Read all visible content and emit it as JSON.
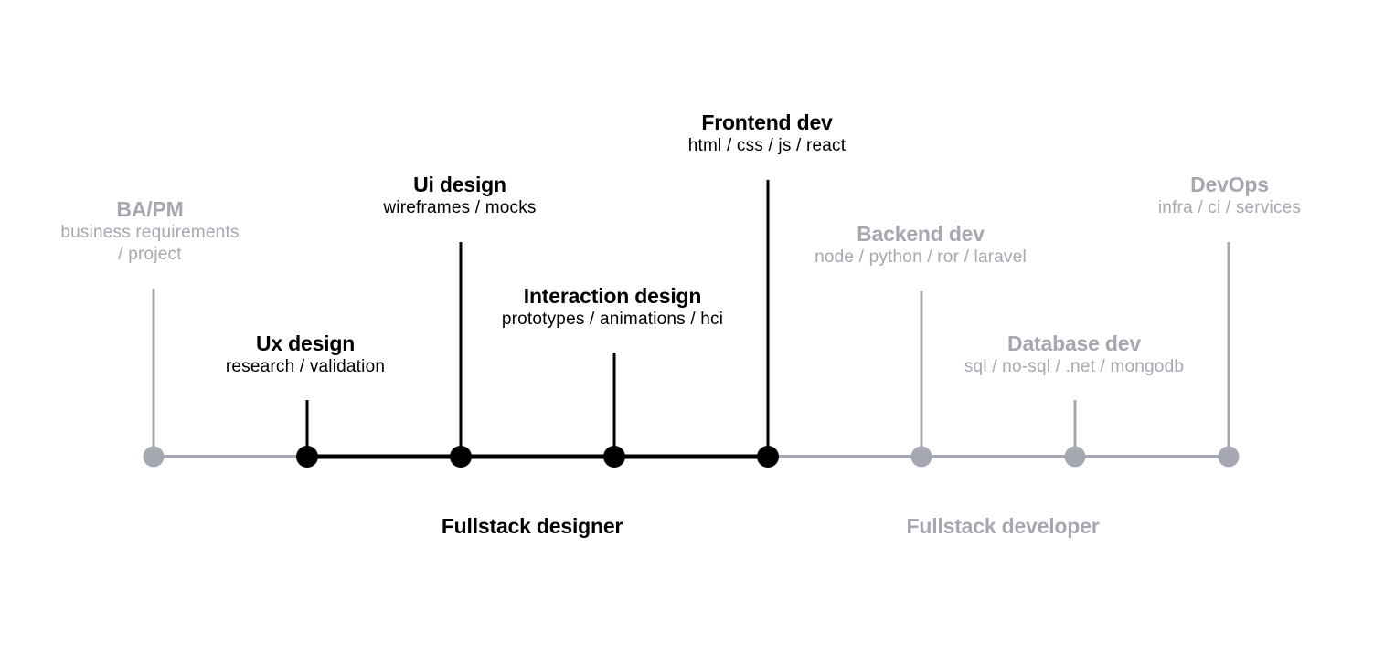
{
  "colors": {
    "active": "#000000",
    "inactive": "#a5a8b0"
  },
  "nodes": [
    {
      "key": "bapm",
      "title": "BA/PM",
      "subtitle_lines": [
        "business requirements",
        "/ project"
      ],
      "active": false
    },
    {
      "key": "ux",
      "title": "Ux design",
      "subtitle_lines": [
        "research / validation"
      ],
      "active": true
    },
    {
      "key": "ui",
      "title": "Ui design",
      "subtitle_lines": [
        "wireframes / mocks"
      ],
      "active": true
    },
    {
      "key": "interaction",
      "title": "Interaction design",
      "subtitle_lines": [
        "prototypes / animations / hci"
      ],
      "active": true
    },
    {
      "key": "frontend",
      "title": "Frontend dev",
      "subtitle_lines": [
        "html / css / js / react"
      ],
      "active": true
    },
    {
      "key": "backend",
      "title": "Backend dev",
      "subtitle_lines": [
        "node / python / ror / laravel"
      ],
      "active": false
    },
    {
      "key": "database",
      "title": "Database dev",
      "subtitle_lines": [
        "sql / no-sql / .net / mongodb"
      ],
      "active": false
    },
    {
      "key": "devops",
      "title": "DevOps",
      "subtitle_lines": [
        "infra / ci / services"
      ],
      "active": false
    }
  ],
  "groups": [
    {
      "key": "designer",
      "title": "Fullstack designer",
      "active": true
    },
    {
      "key": "developer",
      "title": "Fullstack developer",
      "active": false
    }
  ]
}
